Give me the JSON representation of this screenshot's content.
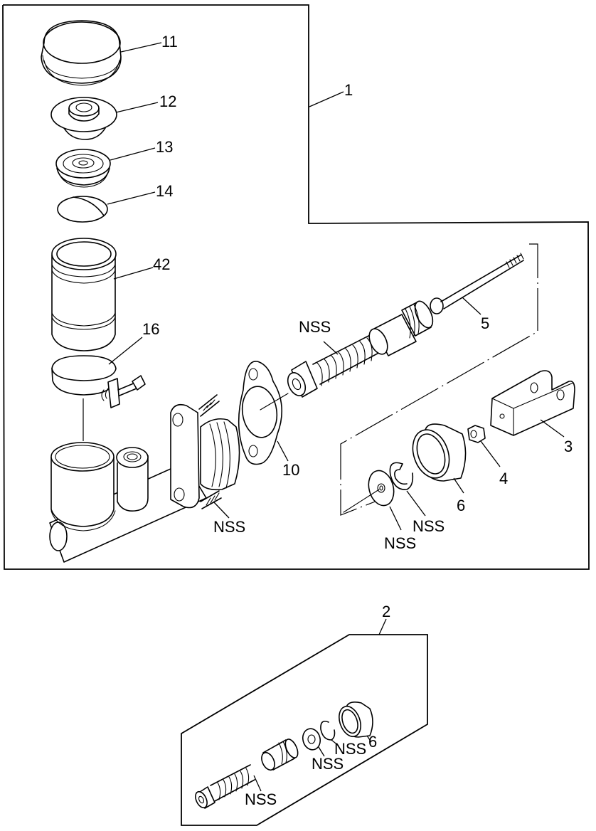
{
  "diagram": {
    "type": "exploded-parts-diagram",
    "subject": "Clutch master cylinder assembly",
    "line_color": "#000000",
    "background_color": "#ffffff"
  },
  "groups": {
    "main_assembly": {
      "ref": "1",
      "parts": [
        {
          "ref": "11",
          "name": "reservoir-cap"
        },
        {
          "ref": "12",
          "name": "cap-diaphragm"
        },
        {
          "ref": "13",
          "name": "reservoir-inner-cap"
        },
        {
          "ref": "14",
          "name": "float-plate"
        },
        {
          "ref": "42",
          "name": "reservoir-tank"
        },
        {
          "ref": "16",
          "name": "reservoir-band-clamp"
        },
        {
          "ref": "NSS",
          "name": "cylinder-body-studs"
        },
        {
          "ref": "10",
          "name": "gasket"
        },
        {
          "ref": "NSS",
          "name": "piston-and-spring"
        },
        {
          "ref": "5",
          "name": "push-rod"
        },
        {
          "ref": "3",
          "name": "clevis"
        },
        {
          "ref": "4",
          "name": "nut"
        },
        {
          "ref": "6",
          "name": "boot"
        },
        {
          "ref": "NSS",
          "name": "snap-ring"
        },
        {
          "ref": "NSS",
          "name": "washer"
        }
      ]
    },
    "repair_kit": {
      "ref": "2",
      "parts": [
        {
          "ref": "NSS",
          "name": "piston-and-spring"
        },
        {
          "ref": "NSS",
          "name": "washer"
        },
        {
          "ref": "NSS",
          "name": "snap-ring"
        },
        {
          "ref": "6",
          "name": "boot"
        }
      ]
    }
  },
  "callouts": {
    "c1": "1",
    "c11": "11",
    "c12": "12",
    "c13": "13",
    "c14": "14",
    "c42": "42",
    "c16": "16",
    "c10": "10",
    "c5": "5",
    "c3": "3",
    "c4": "4",
    "c6": "6",
    "nss_piston": "NSS",
    "nss_studs": "NSS",
    "nss_snapring": "NSS",
    "nss_washer": "NSS",
    "c2": "2",
    "k_nss_piston": "NSS",
    "k_nss_washer": "NSS",
    "k_nss_snapring": "NSS",
    "k_c6": "6"
  }
}
